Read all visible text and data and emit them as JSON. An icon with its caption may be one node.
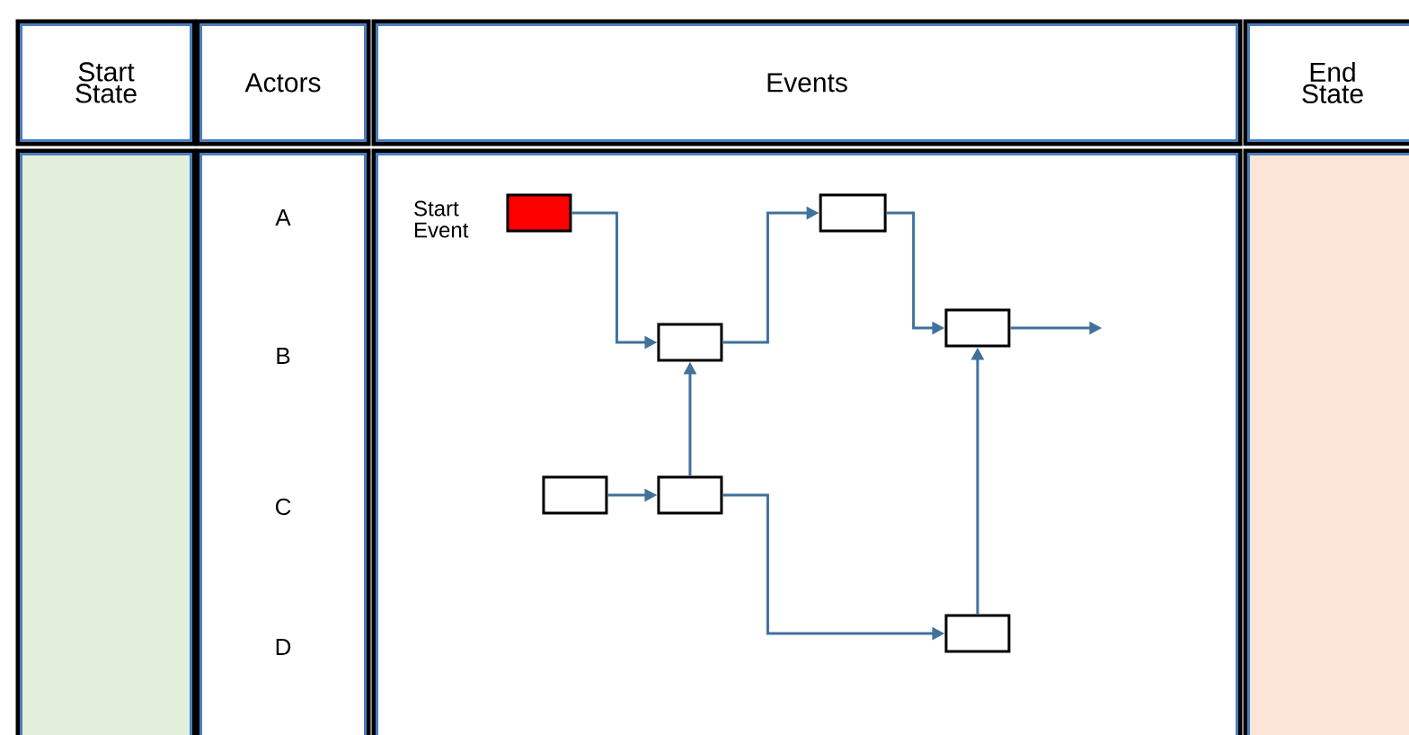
{
  "diagram": {
    "nodes": [
      {
        "text": [
          "Start State"
        ]
      },
      {
        "text": [
          "Actors"
        ]
      },
      {
        "text": [
          "Events"
        ]
      },
      {
        "text": [
          "End State"
        ]
      },
      {
        "text": [],
        "shape": "box"
      },
      {
        "text": [
          "A",
          "B",
          "C",
          "D"
        ]
      },
      {
        "text": [],
        "shape": "box"
      },
      {
        "text": [],
        "shape": "box"
      },
      {
        "text": [],
        "shape": "box",
        "in": 6,
        "beside": [
          "Start Event"
        ]
      },
      {
        "text": [],
        "shape": "box",
        "in": 6
      },
      {
        "text": [],
        "shape": "box",
        "in": 6
      },
      {
        "text": [],
        "shape": "box",
        "in": 6
      },
      {
        "text": [],
        "shape": "box",
        "in": 6
      },
      {
        "text": [],
        "shape": "box",
        "in": 6
      },
      {
        "text": [],
        "shape": "box",
        "in": 6
      }
    ],
    "edges": [
      {
        "from": 8,
        "to": 9,
        "arrow": "to"
      },
      {
        "from": 9,
        "to": 10,
        "arrow": "to"
      },
      {
        "from": 10,
        "to": 11,
        "arrow": "to"
      },
      {
        "from": 11,
        "to": null,
        "arrow": "to"
      },
      {
        "from": 12,
        "to": 13,
        "arrow": "to"
      },
      {
        "from": 13,
        "to": 9,
        "arrow": "to"
      },
      {
        "from": 13,
        "to": 14,
        "arrow": "to"
      },
      {
        "from": 14,
        "to": 11,
        "arrow": "to"
      }
    ]
  }
}
